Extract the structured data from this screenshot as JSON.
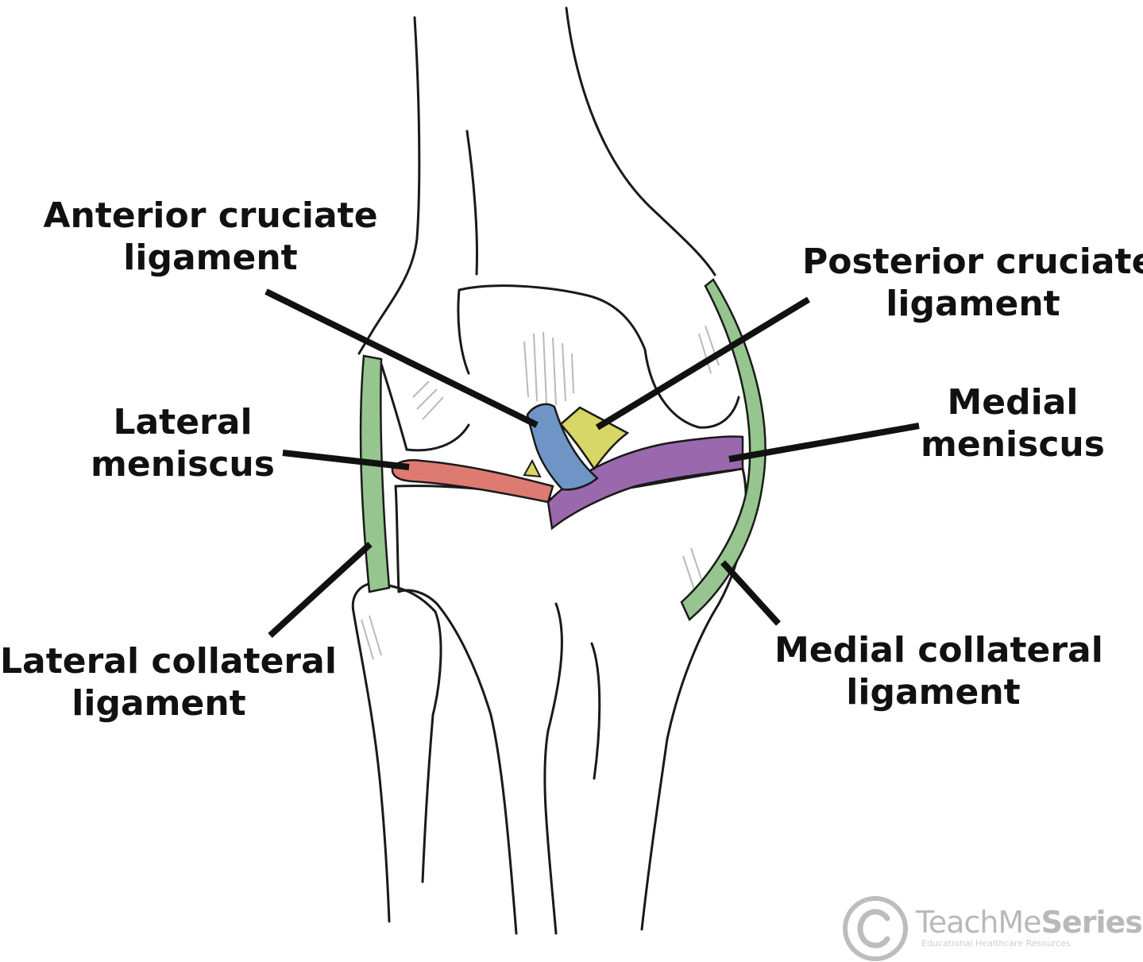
{
  "labels": {
    "acl": [
      "Anterior cruciate",
      "ligament"
    ],
    "pcl": [
      "Posterior cruciate",
      "ligament"
    ],
    "lateral_meniscus": [
      "Lateral",
      "meniscus"
    ],
    "medial_meniscus": [
      "Medial",
      "meniscus"
    ],
    "lcl": [
      "Lateral collateral",
      "ligament"
    ],
    "mcl": [
      "Medial collateral",
      "ligament"
    ]
  },
  "watermark": {
    "brand_light": "TeachMe",
    "brand_bold": "Series",
    "tagline": "Educational Healthcare Resources"
  },
  "colors": {
    "acl": "#6e95c6",
    "pcl": "#d8d664",
    "lateral_meniscus": "#dd7a72",
    "medial_meniscus": "#9a68ad",
    "collateral": "#96c58f",
    "outline": "#1a1a1a",
    "shading": "#b9b9b9"
  }
}
